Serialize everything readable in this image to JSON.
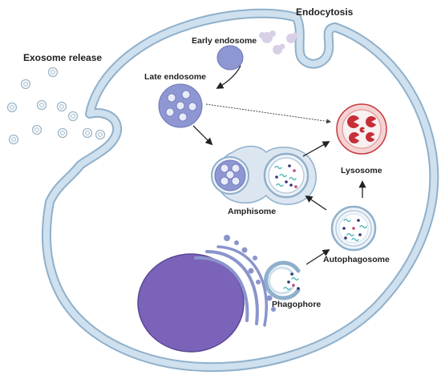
{
  "labels": {
    "endocytosis": "Endocytosis",
    "exosome_release": "Exosome release",
    "early_endosome": "Early endosome",
    "late_endosome": "Late endosome",
    "lysosome": "Lysosome",
    "amphisome": "Amphisome",
    "autophagosome": "Autophagosome",
    "phagophore": "Phagophore"
  },
  "colors": {
    "membrane_fill": "#cfe0ee",
    "membrane_stroke": "#8fb0cb",
    "endosome": "#8e97d2",
    "endosome_dark": "#6d76b8",
    "lysosome_ring": "#e6a4a6",
    "lysosome_stroke": "#c6383f",
    "lysosome_cargo": "#c62f38",
    "nucleus": "#7a63b8",
    "nucleus_dark": "#5b4796",
    "golgi": "#8a94cc",
    "cargo_teal": "#3aaeb0",
    "cargo_navy": "#2d3573",
    "cargo_pink": "#c2457a",
    "arrow": "#222222",
    "exosome": "#9eb6c8"
  }
}
